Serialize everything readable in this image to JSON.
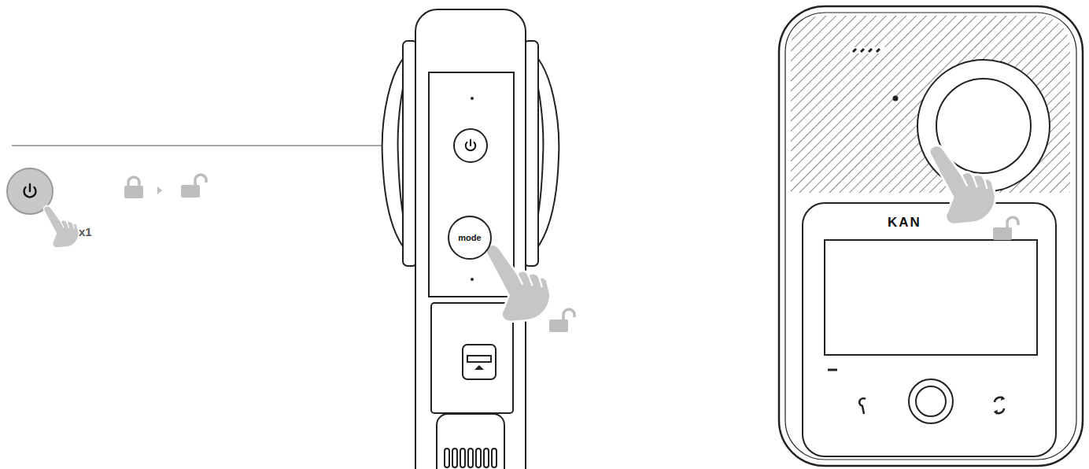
{
  "diagram": {
    "nodes": [
      {
        "text": [
          "mode"
        ]
      }
    ],
    "labels": [
      "x1",
      "KAN"
    ]
  }
}
